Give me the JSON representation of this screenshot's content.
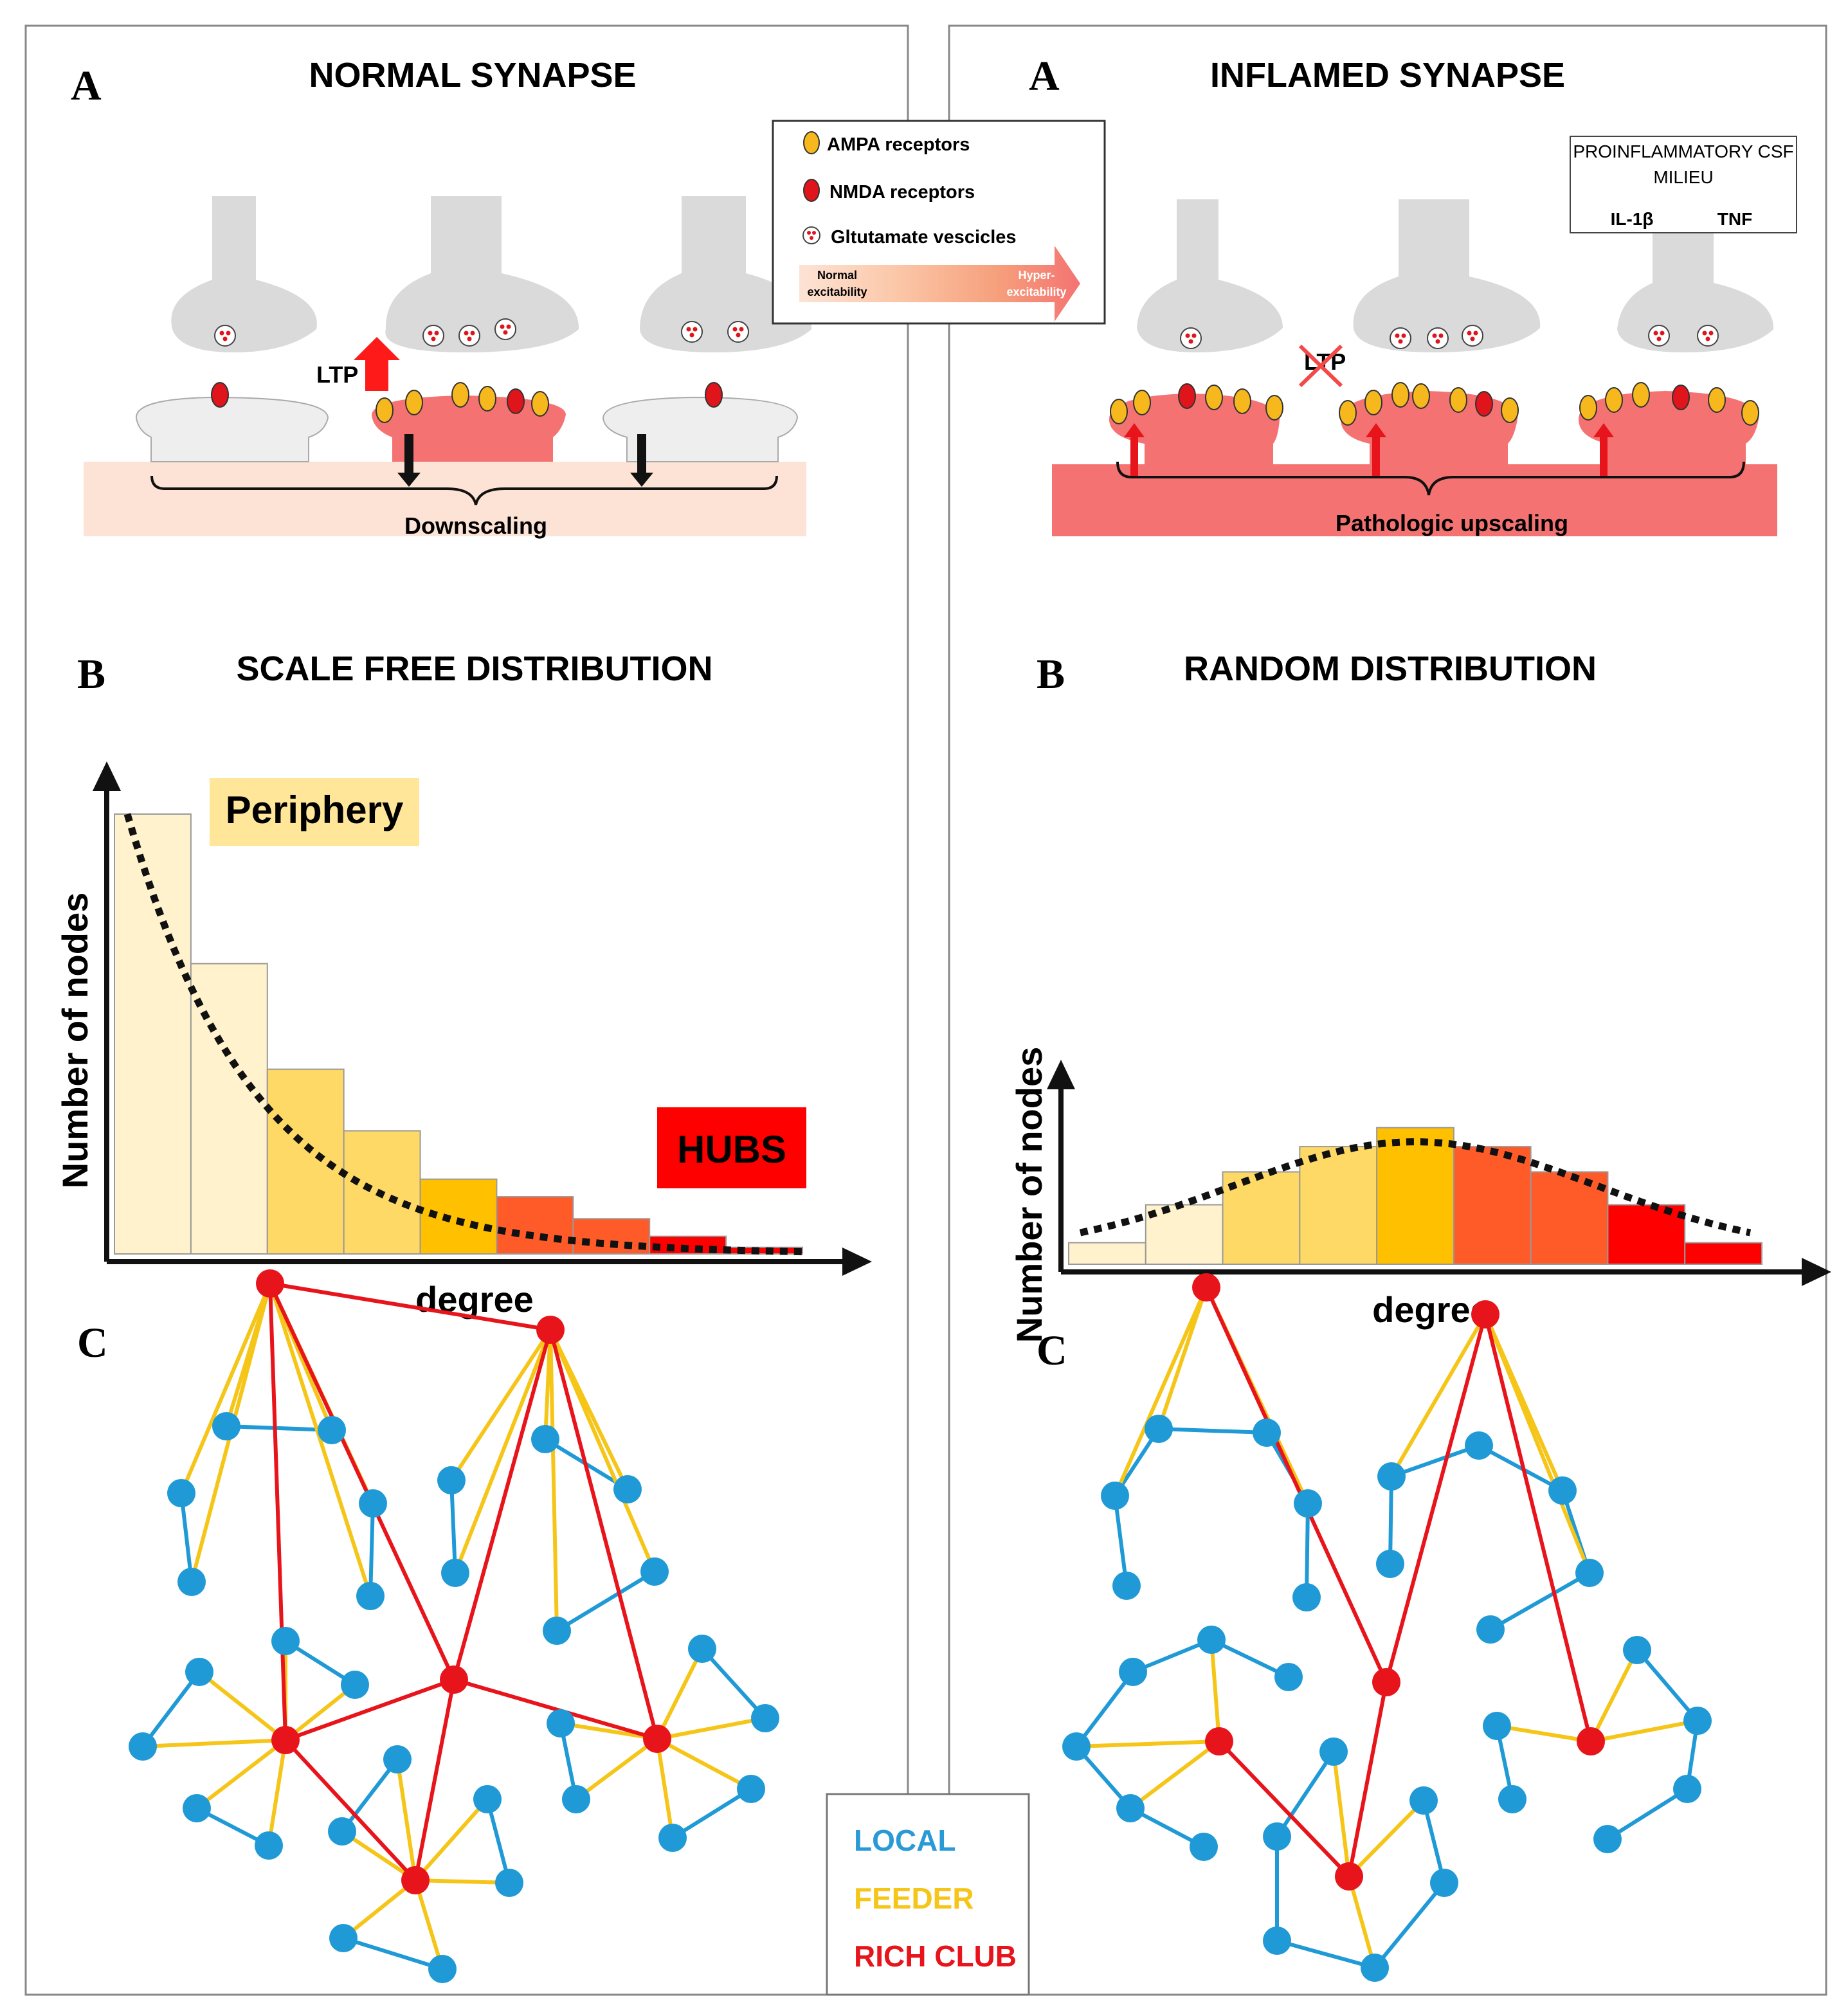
{
  "left_panel": {
    "section_a": {
      "letter": "A",
      "title": "NORMAL SYNAPSE",
      "ltp_label": "LTP",
      "scaling_label": "Downscaling"
    },
    "legend": {
      "ampa": "AMPA receptors",
      "nmda": "NMDA receptors",
      "vesicles": "Gltutamate vescicles",
      "normal": [
        "Normal",
        "excitability"
      ],
      "hyper": [
        "Hyper-",
        "excitability"
      ]
    },
    "section_b": {
      "letter": "B",
      "title": "SCALE FREE DISTRIBUTION",
      "periphery_label": "Periphery",
      "hubs_label": "HUBS",
      "ylabel": "Number of nodes",
      "xlabel": "degree"
    },
    "section_c": {
      "letter": "C"
    }
  },
  "right_panel": {
    "section_a": {
      "letter": "A",
      "title": "INFLAMED SYNAPSE",
      "ltp_label": "LTP",
      "scaling_label": "Pathologic upscaling"
    },
    "csf_box": {
      "title_line1": "PROINFLAMMATORY CSF",
      "title_line2": "MILIEU",
      "il1b": "IL-1β",
      "tnf": "TNF"
    },
    "section_b": {
      "letter": "B",
      "title": "RANDOM DISTRIBUTION",
      "ylabel": "Number of nodes",
      "xlabel": "degree"
    },
    "section_c": {
      "letter": "C"
    }
  },
  "network_legend": {
    "local": "LOCAL",
    "feeder": "FEEDER",
    "rich_club": "RICH CLUB"
  },
  "colors": {
    "local": "#1f9ad6",
    "feeder": "#f5c518",
    "rich_club": "#e8141b",
    "ampa": "#f6b81c",
    "nmda": "#e0141b",
    "spine_active": "#f47372",
    "spine_inactive": "#eeeeee",
    "dendrite_normal": "#fde3d5",
    "dendrite_inflamed": "#f47372",
    "terminal": "#dadada"
  },
  "chart_data": [
    {
      "type": "bar",
      "subtype": "histogram-schematic",
      "title": "SCALE FREE DISTRIBUTION",
      "xlabel": "degree",
      "ylabel": "Number of nodes",
      "categories": [
        "1",
        "2",
        "3",
        "4",
        "5",
        "6",
        "7",
        "8",
        "9"
      ],
      "values": [
        100,
        66,
        42,
        28,
        17,
        13,
        8,
        4,
        1.5
      ],
      "bar_colors": [
        "#fff2cc",
        "#fff2cc",
        "#ffd966",
        "#ffd966",
        "#ffc000",
        "#ff5b29",
        "#ff5b29",
        "#ff0000",
        "#ff0000"
      ],
      "fit": "exponential decay (dotted)",
      "annotations": [
        "Periphery",
        "HUBS"
      ],
      "ylim": [
        0,
        100
      ]
    },
    {
      "type": "bar",
      "subtype": "histogram-schematic",
      "title": "RANDOM DISTRIBUTION",
      "xlabel": "degree",
      "ylabel": "Number of nodes",
      "categories": [
        "1",
        "2",
        "3",
        "4",
        "5",
        "6",
        "7",
        "8",
        "9"
      ],
      "values": [
        17,
        47,
        73,
        93,
        108,
        93,
        73,
        47,
        17
      ],
      "bar_colors": [
        "#fff2cc",
        "#fff2cc",
        "#ffd966",
        "#ffd966",
        "#ffc000",
        "#ff5b29",
        "#ff5b29",
        "#ff0000",
        "#ff0000"
      ],
      "fit": "gaussian (dotted)",
      "ylim": [
        0,
        120
      ]
    }
  ]
}
